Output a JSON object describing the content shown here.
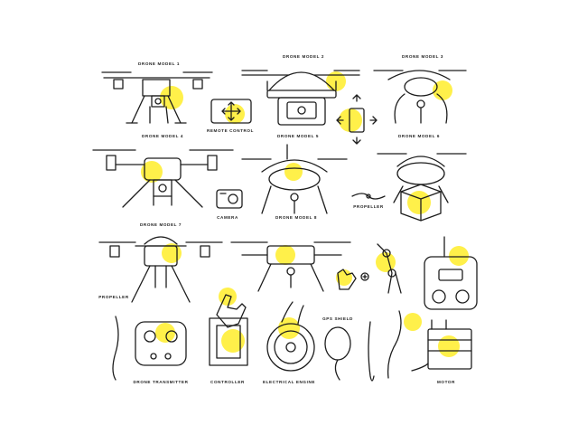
{
  "labels": {
    "drone_model_1": "DRONE MODEL 1",
    "drone_model_2": "DRONE MODEL 2",
    "drone_model_3": "DRONE MODEL 3",
    "remote_control": "REMOTE CONTROL",
    "drone_model_4": "DRONE MODEL 4",
    "drone_model_5": "DRONE MODEL 5",
    "drone_model_6": "DRONE MODEL 6",
    "camera": "CAMERA",
    "drone_model_8": "DRONE MODEL 8",
    "propeller_top": "PROPELLER",
    "drone_model_7": "DRONE MODEL 7",
    "propeller_left": "PROPELLER",
    "gps_shield": "GPS SHIELD",
    "drone_transmitter": "DRONE TRANSMITTER",
    "controller": "CONTROLLER",
    "electrical_engine": "ELECTRICAL ENGINE",
    "motor": "MOTOR"
  },
  "colors": {
    "accent": "#fff04a",
    "ink": "#1d1d1d",
    "background": "#ffffff"
  }
}
